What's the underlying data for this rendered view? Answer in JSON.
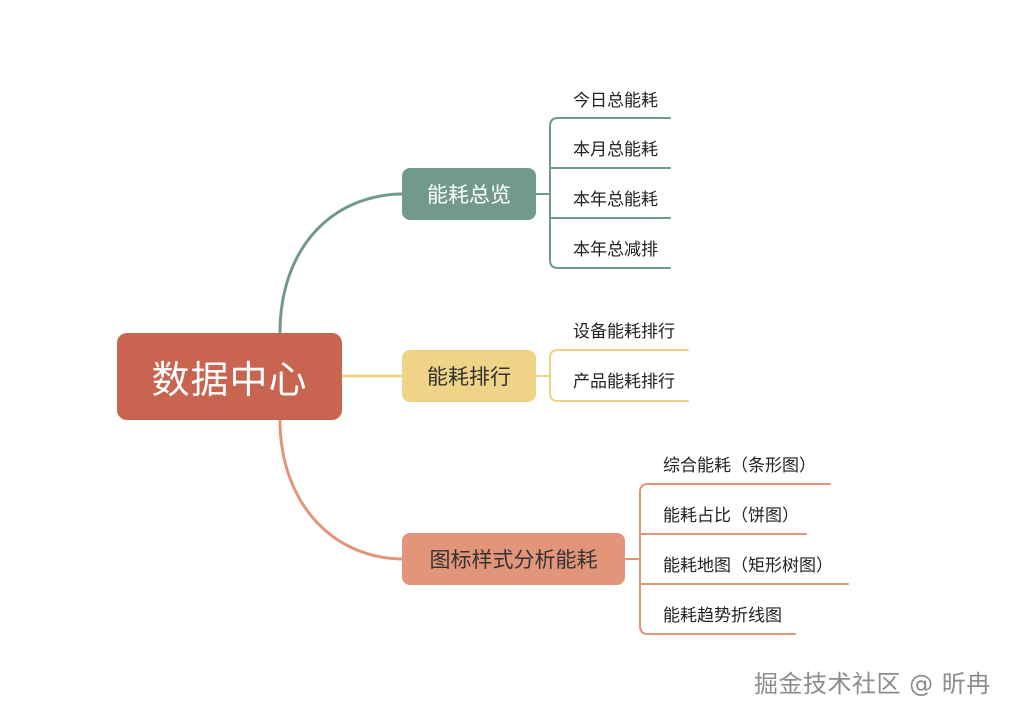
{
  "root": {
    "label": "数据中心",
    "color": "#c8644f"
  },
  "branches": [
    {
      "label": "能耗总览",
      "color": "#719a8b",
      "text_color": "#ffffff",
      "leaves": [
        "今日总能耗",
        "本月总能耗",
        "本年总能耗",
        "本年总减排"
      ]
    },
    {
      "label": "能耗排行",
      "color": "#efd387",
      "text_color": "#333333",
      "leaves": [
        "设备能耗排行",
        "产品能耗排行"
      ]
    },
    {
      "label": "图标样式分析能耗",
      "color": "#e3957a",
      "text_color": "#333333",
      "leaves": [
        "综合能耗（条形图）",
        "能耗占比（饼图）",
        "能耗地图（矩形树图）",
        "能耗趋势折线图"
      ]
    }
  ],
  "watermark": "掘金技术社区 @ 昕冉"
}
